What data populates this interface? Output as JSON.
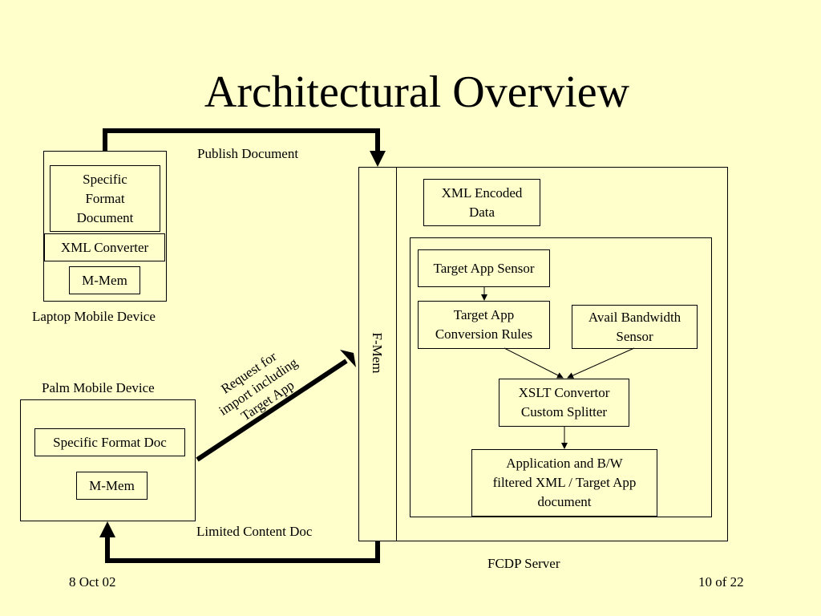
{
  "title": "Architectural Overview",
  "laptop": {
    "specific_format_document": "Specific\nFormat\nDocument",
    "xml_converter": "XML Converter",
    "m_mem": "M-Mem",
    "caption": "Laptop Mobile Device"
  },
  "palm": {
    "caption": "Palm Mobile Device",
    "specific_format_doc": "Specific Format Doc",
    "m_mem": "M-Mem"
  },
  "arrows": {
    "publish_document": "Publish Document",
    "request_import": "Request  for\nimport including\nTarget App",
    "limited_content_doc": "Limited Content Doc"
  },
  "server": {
    "f_mem": "F-Mem",
    "xml_encoded_data": "XML Encoded\nData",
    "target_app_sensor": "Target App Sensor",
    "target_app_conversion_rules": "Target App\nConversion Rules",
    "avail_bandwidth_sensor": "Avail Bandwidth\nSensor",
    "xslt_convertor": "XSLT Convertor\nCustom Splitter",
    "application_output": "Application and B/W\nfiltered XML / Target App\ndocument",
    "caption": "FCDP Server"
  },
  "footer": {
    "date": "8 Oct 02",
    "page": "10 of 22"
  }
}
